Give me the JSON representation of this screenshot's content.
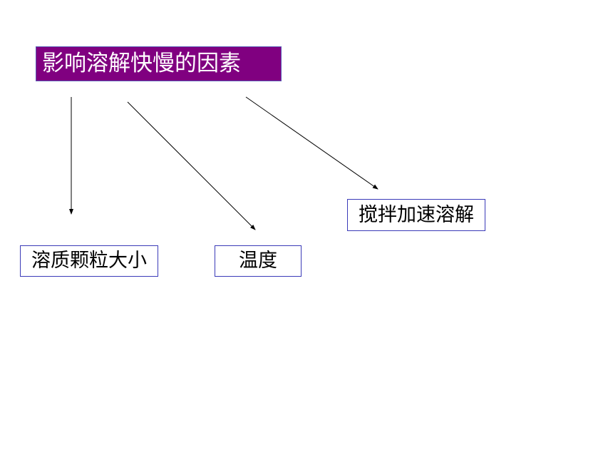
{
  "title": "影响溶解快慢的因素",
  "factors": [
    {
      "label": "溶质颗粒大小"
    },
    {
      "label": "温度"
    },
    {
      "label": "搅拌加速溶解"
    }
  ],
  "colors": {
    "title_background": "#800080",
    "title_text": "#ffffff",
    "box_border": "#3a3ab8",
    "arrow": "#000000"
  }
}
